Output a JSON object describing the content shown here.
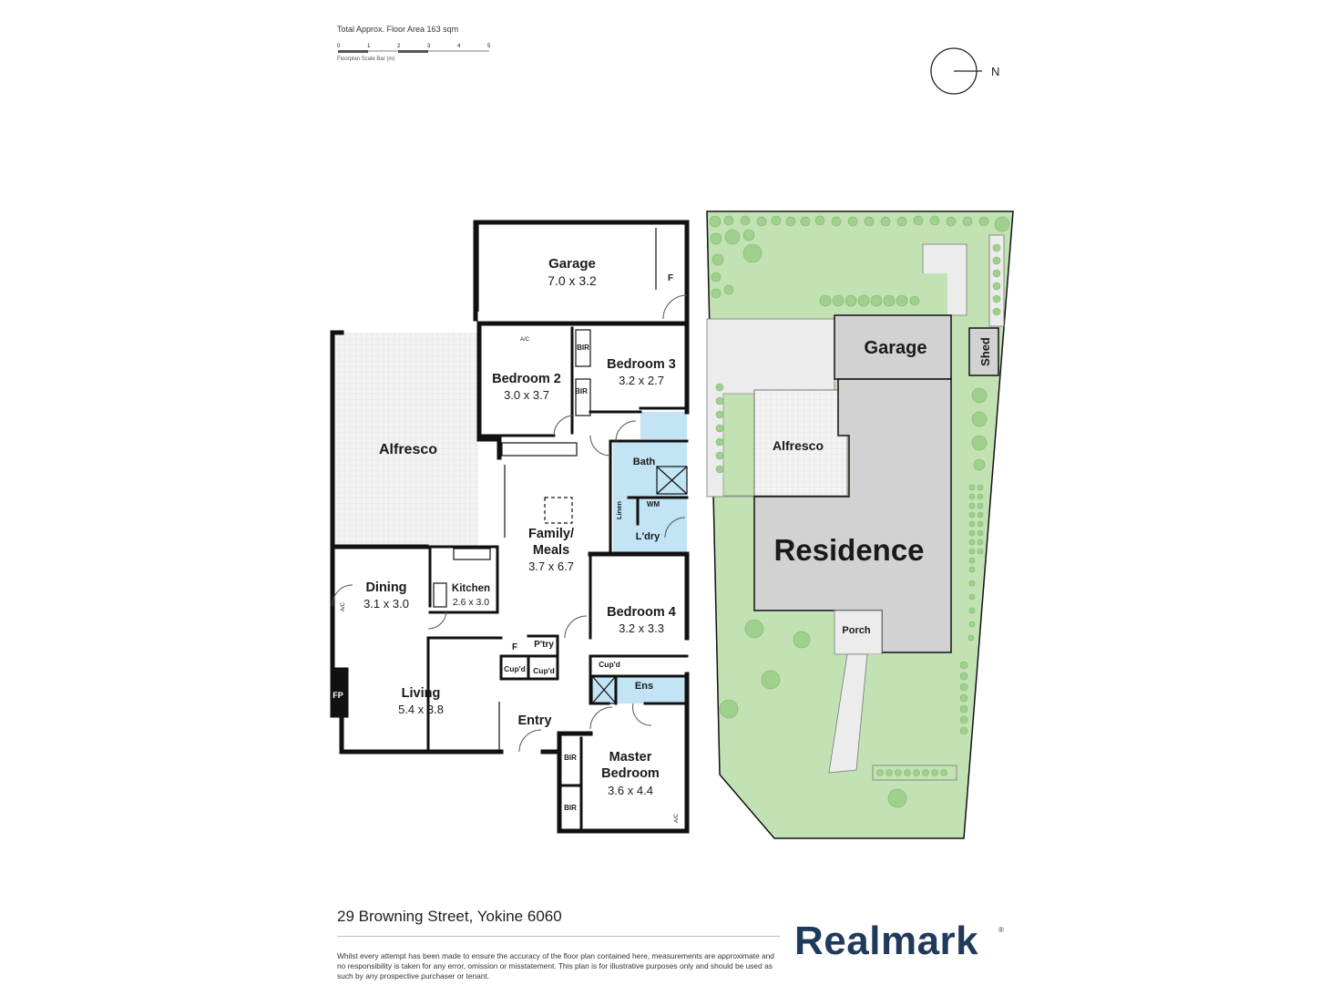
{
  "header": {
    "floor_area": "Total Approx. Floor Area 163 sqm",
    "scale_ticks": [
      "0",
      "1",
      "2",
      "3",
      "4",
      "5"
    ],
    "scale_label": "Floorplan Scale Bar (m)"
  },
  "compass": {
    "label": "N"
  },
  "floorplan": {
    "garage": {
      "name": "Garage",
      "dims": "7.0 x 3.2",
      "fridge": "F"
    },
    "bedroom2": {
      "name": "Bedroom 2",
      "dims": "3.0 x 3.7",
      "ac": "A/C"
    },
    "bedroom3": {
      "name": "Bedroom 3",
      "dims": "3.2 x 2.7"
    },
    "bir": "BIR",
    "alfresco": {
      "name": "Alfresco"
    },
    "bath": {
      "name": "Bath"
    },
    "linen": "Linen",
    "wm": "WM",
    "laundry": "L'dry",
    "family": {
      "name1": "Family/",
      "name2": "Meals",
      "dims": "3.7 x 6.7"
    },
    "dining": {
      "name": "Dining",
      "dims": "3.1 x 3.0",
      "ac": "A/C"
    },
    "kitchen": {
      "name": "Kitchen",
      "dims": "2.6 x 3.0"
    },
    "bedroom4": {
      "name": "Bedroom 4",
      "dims": "3.2 x 3.3"
    },
    "fridge": "F",
    "pantry": "P'try",
    "cupd": "Cup'd",
    "ensuite": "Ens",
    "living": {
      "name": "Living",
      "dims": "5.4 x 3.8"
    },
    "fireplace": "FP",
    "entry": "Entry",
    "master": {
      "name1": "Master",
      "name2": "Bedroom",
      "dims": "3.6 x 4.4",
      "ac": "A/C"
    }
  },
  "siteplan": {
    "garage": "Garage",
    "shed": "Shed",
    "alfresco": "Alfresco",
    "residence": "Residence",
    "porch": "Porch"
  },
  "footer": {
    "address": "29 Browning Street, Yokine 6060",
    "disclaimer": "Whilst every attempt has been made to ensure the accuracy of the floor plan contained here, measurements are approximate and no responsibility is taken for any error, omission or misstatement. This plan is for illustrative purposes only and should be used as such by any prospective purchaser or tenant.",
    "brand": "Realmark",
    "brand_mark": "®"
  },
  "colors": {
    "lawn": "#c3e2b4",
    "tree": "#9fd08d",
    "wet_area": "#c2e4f4",
    "building": "#d2d2d2",
    "paving": "#ececec",
    "wall": "#111111",
    "brand": "#1f3a5c"
  }
}
